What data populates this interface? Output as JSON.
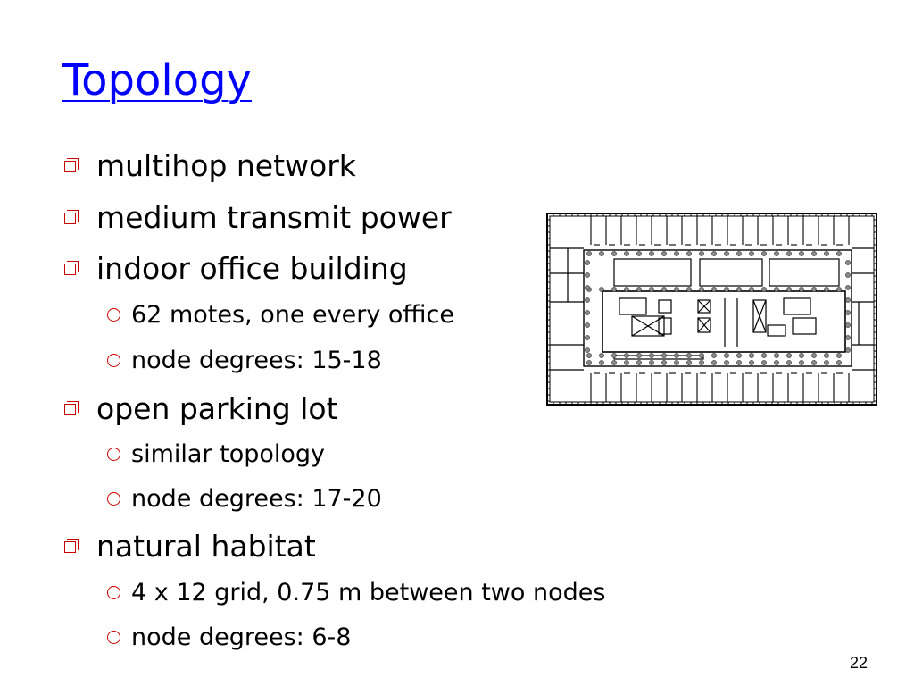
{
  "slide": {
    "title": "Topology",
    "page_number": "22",
    "bullets": [
      {
        "level": 1,
        "text": "multihop network"
      },
      {
        "level": 1,
        "text": "medium transmit power"
      },
      {
        "level": 1,
        "text": "indoor office building"
      },
      {
        "level": 2,
        "text": "62 motes, one every office"
      },
      {
        "level": 2,
        "text": "node degrees: 15-18"
      },
      {
        "level": 1,
        "text": "open parking lot"
      },
      {
        "level": 2,
        "text": "similar topology"
      },
      {
        "level": 2,
        "text": "node degrees: 17-20"
      },
      {
        "level": 1,
        "text": "natural habitat"
      },
      {
        "level": 2,
        "text": "4 x 12 grid, 0.75 m between two nodes"
      },
      {
        "level": 2,
        "text": "node degrees: 6-8"
      }
    ]
  },
  "colors": {
    "title": "#0000ff",
    "bullet": "#cc0000",
    "text": "#000000"
  },
  "icons": {
    "level1_bullet": "square-bullet-icon",
    "level2_bullet": "circle-bullet-icon"
  }
}
